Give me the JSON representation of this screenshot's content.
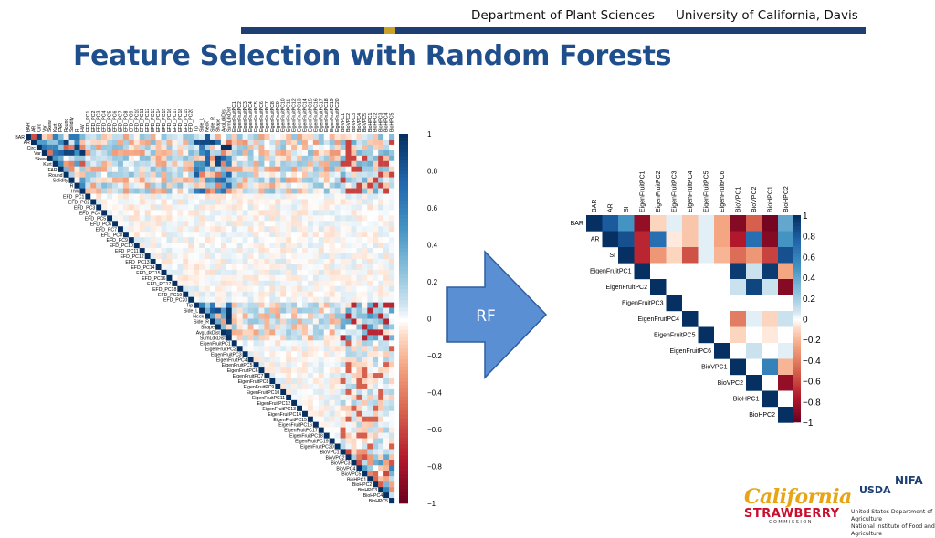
{
  "header": {
    "department": "Department of Plant Sciences",
    "university": "University of California, Davis"
  },
  "title": "Feature Selection with Random Forests",
  "arrow_label": "RF",
  "logos": {
    "california": "California",
    "strawberry": "STRAWBERRY",
    "commission": "COMMISSION",
    "usda": "USDA",
    "nifa": "NIFA",
    "agency_line1": "United States Department of Agriculture",
    "agency_line2": "National Institute of Food and Agriculture"
  },
  "colors": {
    "title_blue": "#1f4e8c",
    "header_navy": "#1d3f73",
    "header_gold": "#c9a227",
    "arrow_fill": "#5b8fd4",
    "arrow_stroke": "#2f5e9e",
    "pos": "#053061",
    "neg": "#67001f"
  },
  "chart_data": [
    {
      "type": "heatmap",
      "subtype": "upper-triangular correlation matrix",
      "features": [
        "BAR",
        "AR",
        "Circ",
        "Var",
        "Skew",
        "Kurt",
        "FAR",
        "Round",
        "Solidity",
        "R",
        "HW",
        "EFD_PC1",
        "EFD_PC2",
        "EFD_PC3",
        "EFD_PC4",
        "EFD_PC5",
        "EFD_PC6",
        "EFD_PC7",
        "EFD_PC8",
        "EFD_PC9",
        "EFD_PC10",
        "EFD_PC11",
        "EFD_PC12",
        "EFD_PC13",
        "EFD_PC14",
        "EFD_PC15",
        "EFD_PC16",
        "EFD_PC17",
        "EFD_PC18",
        "EFD_PC19",
        "EFD_PC20",
        "Tip",
        "Side_L",
        "Neck",
        "Side_R",
        "Shape",
        "AvgLdkDist",
        "SumLdkDist",
        "EigenFruitPC1",
        "EigenFruitPC2",
        "EigenFruitPC3",
        "EigenFruitPC4",
        "EigenFruitPC5",
        "EigenFruitPC6",
        "EigenFruitPC7",
        "EigenFruitPC8",
        "EigenFruitPC9",
        "EigenFruitPC10",
        "EigenFruitPC11",
        "EigenFruitPC12",
        "EigenFruitPC13",
        "EigenFruitPC14",
        "EigenFruitPC15",
        "EigenFruitPC16",
        "EigenFruitPC17",
        "EigenFruitPC18",
        "EigenFruitPC19",
        "EigenFruitPC20",
        "BioVPC1",
        "BioVPC2",
        "BioVPC3",
        "BioVPC4",
        "BioVPC5",
        "BioHPC1",
        "BioHPC2",
        "BioHPC3",
        "BioHPC4",
        "BioHPC5"
      ],
      "colorbar_ticks": [
        "1",
        "0.8",
        "0.6",
        "0.4",
        "0.2",
        "0",
        "−0.2",
        "−0.4",
        "−0.6",
        "−0.8",
        "−1"
      ],
      "range": [
        -1,
        1
      ],
      "note": "dense blue block among shape features; strong correlations in rows Tip-SumLdkDist; most other pairs near 0"
    },
    {
      "type": "heatmap",
      "subtype": "upper-triangular correlation matrix",
      "features": [
        "BAR",
        "AR",
        "SI",
        "EigenFruitPC1",
        "EigenFruitPC2",
        "EigenFruitPC3",
        "EigenFruitPC4",
        "EigenFruitPC5",
        "EigenFruitPC6",
        "BioVPC1",
        "BioVPC2",
        "BioHPC1",
        "BioHPC2"
      ],
      "colorbar_ticks": [
        "1",
        "0.8",
        "0.6",
        "0.4",
        "0.2",
        "0",
        "−0.2",
        "−0.4",
        "−0.6",
        "−0.8",
        "−1"
      ],
      "range": [
        -1,
        1
      ],
      "matrix_upper": [
        [
          1,
          0.8,
          0.5,
          -0.85,
          -0.1,
          0.05,
          -0.15,
          0.05,
          -0.25,
          -0.9,
          -0.5,
          -0.95,
          0.4
        ],
        [
          null,
          1,
          0.85,
          -0.7,
          0.7,
          -0.05,
          -0.15,
          0.05,
          -0.25,
          -0.75,
          0.7,
          -0.9,
          0.5
        ],
        [
          null,
          null,
          1,
          -0.7,
          -0.3,
          -0.1,
          -0.55,
          0.05,
          -0.2,
          -0.45,
          -0.3,
          -0.6,
          0.85
        ],
        [
          null,
          null,
          null,
          1,
          0,
          0,
          0,
          0,
          0,
          0.95,
          0.1,
          0.95,
          -0.25
        ],
        [
          null,
          null,
          null,
          null,
          1,
          0,
          0,
          0,
          0,
          0.1,
          0.9,
          0.1,
          -0.9
        ],
        [
          null,
          null,
          null,
          null,
          null,
          1,
          0,
          0,
          0,
          0,
          0,
          0,
          0
        ],
        [
          null,
          null,
          null,
          null,
          null,
          null,
          1,
          0,
          0,
          -0.4,
          0.05,
          -0.1,
          0.1
        ],
        [
          null,
          null,
          null,
          null,
          null,
          null,
          null,
          1,
          0,
          -0.1,
          0,
          -0.05,
          0
        ],
        [
          null,
          null,
          null,
          null,
          null,
          null,
          null,
          null,
          1,
          0,
          0.1,
          0,
          0.05
        ],
        [
          null,
          null,
          null,
          null,
          null,
          null,
          null,
          null,
          null,
          1,
          0,
          0.6,
          -0.2
        ],
        [
          null,
          null,
          null,
          null,
          null,
          null,
          null,
          null,
          null,
          null,
          1,
          0,
          -0.85
        ],
        [
          null,
          null,
          null,
          null,
          null,
          null,
          null,
          null,
          null,
          null,
          null,
          1,
          0
        ],
        [
          null,
          null,
          null,
          null,
          null,
          null,
          null,
          null,
          null,
          null,
          null,
          null,
          1
        ]
      ]
    }
  ]
}
